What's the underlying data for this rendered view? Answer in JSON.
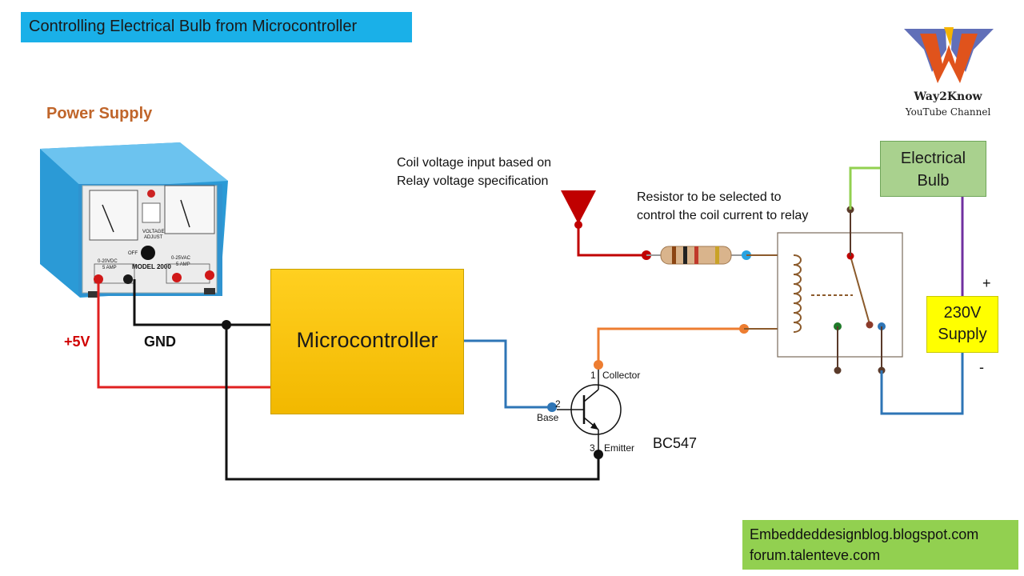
{
  "title": "Controlling Electrical Bulb from Microcontroller",
  "logo": {
    "name": "Way2Know",
    "subtitle": "YouTube Channel"
  },
  "power_supply": {
    "title": "Power Supply",
    "model": "MODEL 2000",
    "voltage_adjust": "VOLTAGE ADJUST",
    "off_label": "OFF",
    "dc_label": "0-20VDC 5 AMP",
    "ac_label": "0-25VAC 5 AMP"
  },
  "labels": {
    "plus5v": "+5V",
    "gnd": "GND",
    "microcontroller": "Microcontroller",
    "coil_note_line1": "Coil voltage input based on",
    "coil_note_line2": "Relay voltage specification",
    "resistor_note_line1": "Resistor to be selected to",
    "resistor_note_line2": "control the coil current to relay",
    "bulb_line1": "Electrical",
    "bulb_line2": "Bulb",
    "supply_line1": "230V",
    "supply_line2": "Supply",
    "supply_plus": "+",
    "supply_minus": "-",
    "transistor": "BC547"
  },
  "transistor_pins": {
    "collector_num": "1",
    "collector": "Collector",
    "base_num": "2",
    "base": "Base",
    "emitter_num": "3",
    "emitter": "Emitter"
  },
  "footer": {
    "line1": "Embeddeddesignblog.blogspot.com",
    "line2": "forum.talenteve.com"
  },
  "colors": {
    "red_wire": "#e02020",
    "black_wire": "#111111",
    "blue_wire": "#2e75b6",
    "orange_wire": "#ed7d31",
    "brown_wire": "#8b5a2b",
    "green_wire": "#92d050",
    "purple_wire": "#7030a0",
    "title_banner": "#1ab0e8",
    "microcontroller": "#ffc000",
    "bulb": "#a9d18e",
    "supply": "#ffff00",
    "footer": "#92d050"
  }
}
